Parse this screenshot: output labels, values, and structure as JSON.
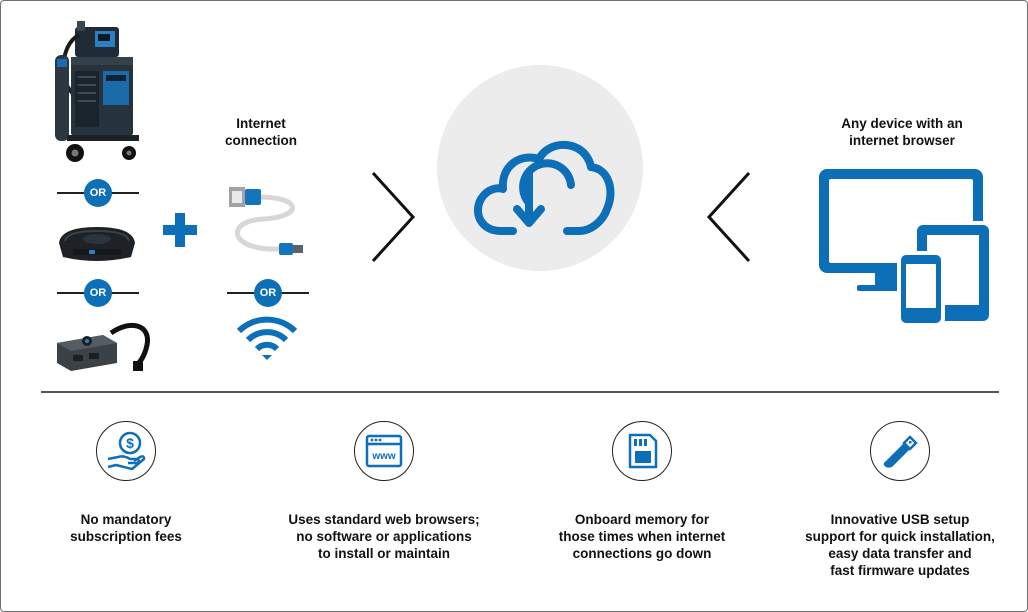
{
  "top": {
    "or_label": "OR",
    "internet_connection_label": "Internet\nconnection",
    "any_device_label": "Any device with an\ninternet browser"
  },
  "features": [
    {
      "icon": "dollar-hand-icon",
      "label": "No mandatory\nsubscription fees"
    },
    {
      "icon": "web-browser-icon",
      "label": "Uses standard web browsers;\nno software or applications\nto install or maintain"
    },
    {
      "icon": "memory-card-icon",
      "label": "Onboard memory for\nthose times when internet\nconnections go down"
    },
    {
      "icon": "usb-drive-icon",
      "label": "Innovative USB setup\nsupport for quick installation,\neasy data transfer and\nfast firmware updates"
    }
  ],
  "colors": {
    "brand_blue": "#0c6fb8",
    "cloud_bg": "#ececec",
    "text": "#111111"
  }
}
